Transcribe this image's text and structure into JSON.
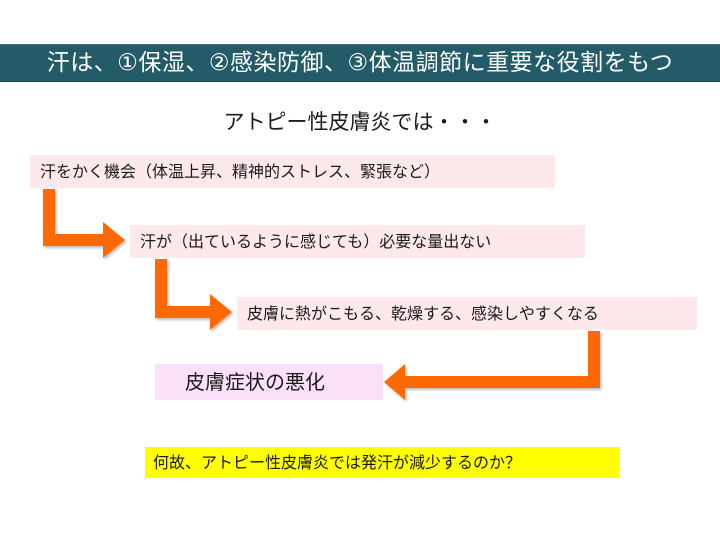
{
  "slide": {
    "title": "汗は、①保湿、②感染防御、③体温調節に重要な役割をもつ",
    "subtitle": "アトピー性皮膚炎では・・・",
    "flow": [
      {
        "label": "汗をかく機会（体温上昇、精神的ストレス、緊張など）"
      },
      {
        "label": "汗が（出ているように感じても）必要な量出ない"
      },
      {
        "label": "皮膚に熱がこもる、乾燥する、感染しやすくなる"
      },
      {
        "label": "皮膚症状の悪化"
      }
    ],
    "question": "何故、アトピー性皮膚炎では発汗が減少するのか？",
    "colors": {
      "title_bar": "#235b69",
      "flow_box": "#fde8ec",
      "result_box": "#fbe0fa",
      "question_box": "#ffff00",
      "arrow": "#ff6a00"
    }
  }
}
